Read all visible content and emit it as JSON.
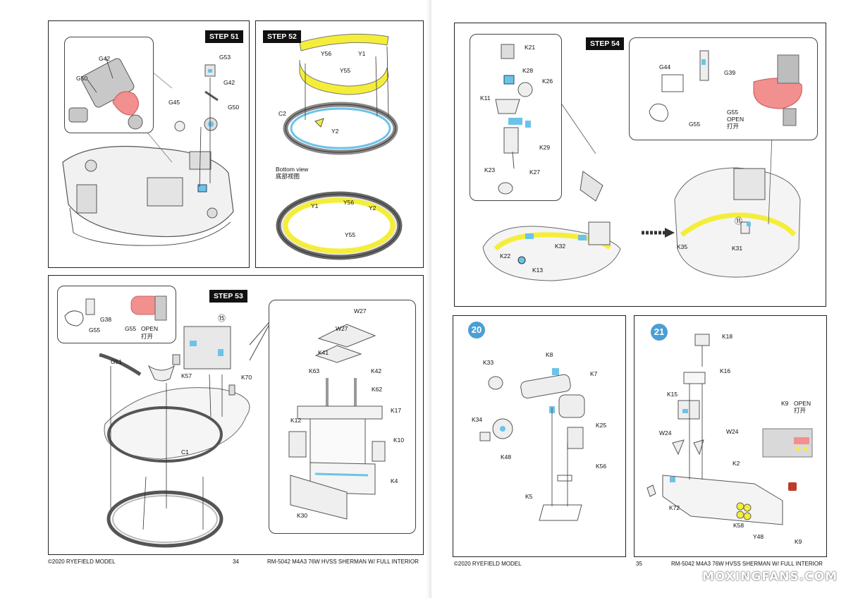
{
  "left_page": {
    "footer": {
      "copyright": "©2020 RYEFIELD MODEL",
      "page_number": "34",
      "kit_title": "RM-5042  M4A3 76W HVSS SHERMAN W/ FULL INTERIOR"
    },
    "step51": {
      "tag": "STEP 51",
      "inset_labels": {
        "g42": "G42",
        "g50": "G50"
      },
      "labels": {
        "g53": "G53",
        "g42": "G42",
        "g45": "G45",
        "g50": "G50"
      }
    },
    "step52": {
      "tag": "STEP 52",
      "labels": {
        "y56": "Y56",
        "y1": "Y1",
        "y55": "Y55",
        "c2": "C2",
        "y2": "Y2"
      },
      "bottom_view_en": "Bottom view",
      "bottom_view_cn": "底部视图",
      "bottom_labels": {
        "y1": "Y1",
        "y56": "Y56",
        "y2": "Y2",
        "y55": "Y55"
      }
    },
    "step53": {
      "tag": "STEP 53",
      "inset_labels": {
        "g38": "G38",
        "g55": "G55",
        "g55b": "G55",
        "open_en": "OPEN",
        "open_cn": "打开"
      },
      "circle_ref": "⑮",
      "labels": {
        "g51": "G51",
        "k57": "K57",
        "k70": "K70",
        "c1": "C1"
      },
      "sub_labels": {
        "w27a": "W27",
        "w27b": "W27",
        "k41": "K41",
        "k63": "K63",
        "k42": "K42",
        "k62": "K62",
        "k17": "K17",
        "k12": "K12",
        "k10": "K10",
        "k4": "K4",
        "k30": "K30"
      }
    }
  },
  "right_page": {
    "footer": {
      "copyright": "©2020 RYEFIELD MODEL",
      "page_number": "35",
      "kit_title": "RM-5042  M4A3 76W HVSS SHERMAN W/ FULL INTERIOR"
    },
    "step54": {
      "tag": "STEP 54",
      "sub_labels": {
        "k21": "K21",
        "k28": "K28",
        "k26": "K26",
        "k11": "K11",
        "k29": "K29",
        "k23": "K23",
        "k27": "K27"
      },
      "inset_labels": {
        "g44": "G44",
        "g39": "G39",
        "g55": "G55",
        "g55b": "G55",
        "open_en": "OPEN",
        "open_cn": "打开"
      },
      "labels": {
        "k22": "K22",
        "k32": "K32",
        "k13": "K13",
        "k35": "K35",
        "k31": "K31"
      },
      "circle_ref": "⑪"
    },
    "sub20": {
      "number": "20",
      "labels": {
        "k33": "K33",
        "k8": "K8",
        "k7": "K7",
        "k34": "K34",
        "k48": "K48",
        "k25": "K25",
        "k56": "K56",
        "k5": "K5"
      }
    },
    "sub21": {
      "number": "21",
      "labels": {
        "k18": "K18",
        "k16": "K16",
        "k15": "K15",
        "w24a": "W24",
        "w24b": "W24",
        "k2": "K2",
        "k72": "K72",
        "k58": "K58",
        "y48": "Y48",
        "k9": "K9"
      },
      "open_label": {
        "k9": "K9",
        "open_en": "OPEN",
        "open_cn": "打开"
      }
    },
    "watermark": "MOXINGFANS.COM"
  },
  "colors": {
    "highlight_blue": "#6cc3e8",
    "highlight_yellow": "#f4ee3a",
    "pink": "#f28f8f",
    "grey_part": "#bdbdbd"
  }
}
